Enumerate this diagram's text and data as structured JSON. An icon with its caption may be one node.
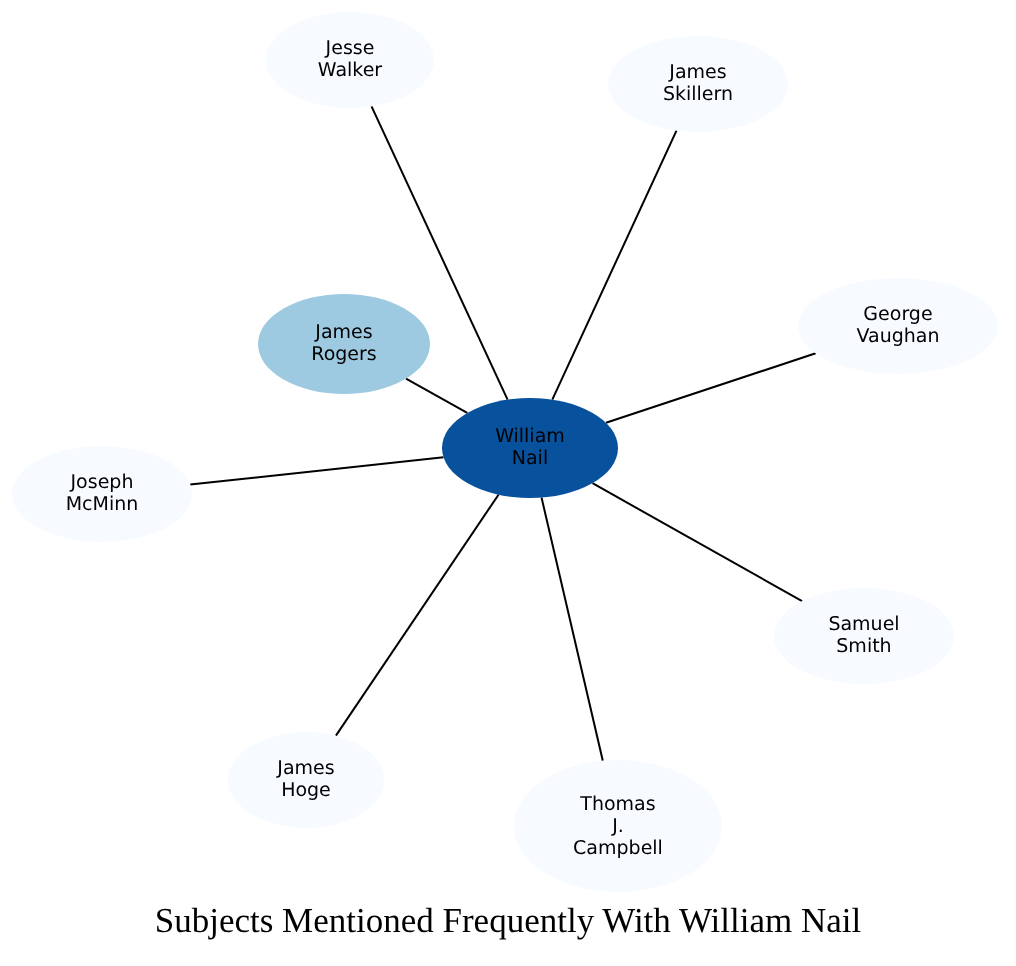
{
  "diagram": {
    "caption": "Subjects Mentioned Frequently With William Nail",
    "nodes": [
      {
        "text": [
          "Jesse Walker"
        ]
      },
      {
        "text": [
          "James Skillern"
        ]
      },
      {
        "text": [
          "George Vaughan"
        ]
      },
      {
        "text": [
          "James Rogers"
        ]
      },
      {
        "text": [
          "William Nail"
        ]
      },
      {
        "text": [
          "Joseph McMinn"
        ]
      },
      {
        "text": [
          "Samuel Smith"
        ]
      },
      {
        "text": [
          "James Hoge"
        ]
      },
      {
        "text": [
          "Thomas J. Campbell"
        ]
      }
    ],
    "edges": [
      {
        "from": 4,
        "to": 0,
        "arrow": "none"
      },
      {
        "from": 4,
        "to": 1,
        "arrow": "none"
      },
      {
        "from": 4,
        "to": 2,
        "arrow": "none"
      },
      {
        "from": 4,
        "to": 3,
        "arrow": "none"
      },
      {
        "from": 4,
        "to": 5,
        "arrow": "none"
      },
      {
        "from": 4,
        "to": 6,
        "arrow": "none"
      },
      {
        "from": 4,
        "to": 7,
        "arrow": "none"
      },
      {
        "from": 4,
        "to": 8,
        "arrow": "none"
      }
    ]
  }
}
